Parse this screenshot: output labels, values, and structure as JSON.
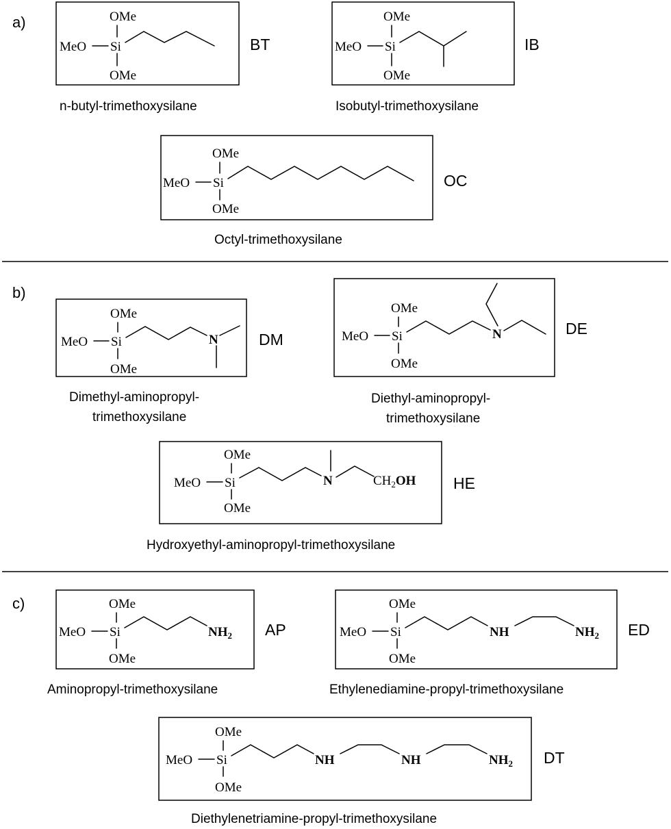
{
  "atoms": {
    "ome": "OMe",
    "meo": "MeO",
    "si": "Si",
    "n": "N",
    "nh": "NH",
    "nh2": "NH",
    "sub2": "2",
    "ch2": "CH",
    "oh": "OH"
  },
  "sections": [
    {
      "label": "a)",
      "compounds": [
        {
          "code": "BT",
          "name": "n-butyl-trimethoxysilane"
        },
        {
          "code": "IB",
          "name": "Isobutyl-trimethoxysilane"
        },
        {
          "code": "OC",
          "name": "Octyl-trimethoxysilane"
        }
      ]
    },
    {
      "label": "b)",
      "compounds": [
        {
          "code": "DM",
          "name_line1": "Dimethyl-aminopropyl-",
          "name_line2": "trimethoxysilane"
        },
        {
          "code": "DE",
          "name_line1": "Diethyl-aminopropyl-",
          "name_line2": "trimethoxysilane"
        },
        {
          "code": "HE",
          "name": "Hydroxyethyl-aminopropyl-trimethoxysilane"
        }
      ]
    },
    {
      "label": "c)",
      "compounds": [
        {
          "code": "AP",
          "name": "Aminopropyl-trimethoxysilane"
        },
        {
          "code": "ED",
          "name": "Ethylenediamine-propyl-trimethoxysilane"
        },
        {
          "code": "DT",
          "name": "Diethylenetriamine-propyl-trimethoxysilane"
        }
      ]
    }
  ]
}
